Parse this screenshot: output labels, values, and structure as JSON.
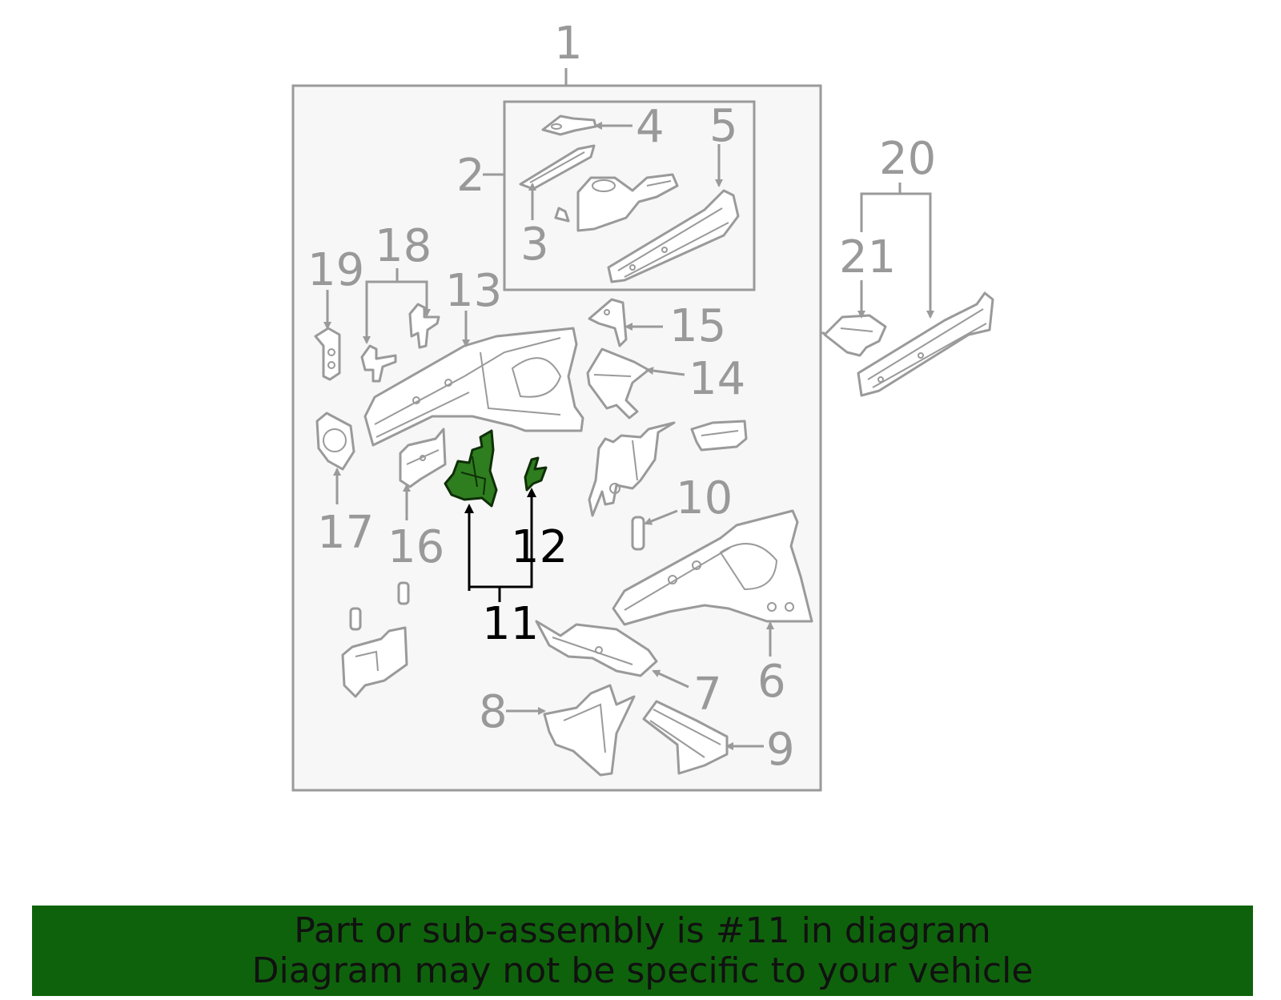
{
  "banner": {
    "line1": "Part or sub-assembly is #11 in diagram",
    "line2": "Diagram may not be specific to your vehicle",
    "color": "#0f620c"
  },
  "highlight": {
    "part_number": "11",
    "fill_color": "#2e7d1f"
  },
  "callouts": {
    "c1": "1",
    "c2": "2",
    "c3": "3",
    "c4": "4",
    "c5": "5",
    "c6": "6",
    "c7": "7",
    "c8": "8",
    "c9": "9",
    "c10": "10",
    "c11": "11",
    "c12": "12",
    "c13": "13",
    "c14": "14",
    "c15": "15",
    "c16": "16",
    "c17": "17",
    "c18": "18",
    "c19": "19",
    "c20": "20",
    "c21": "21"
  }
}
